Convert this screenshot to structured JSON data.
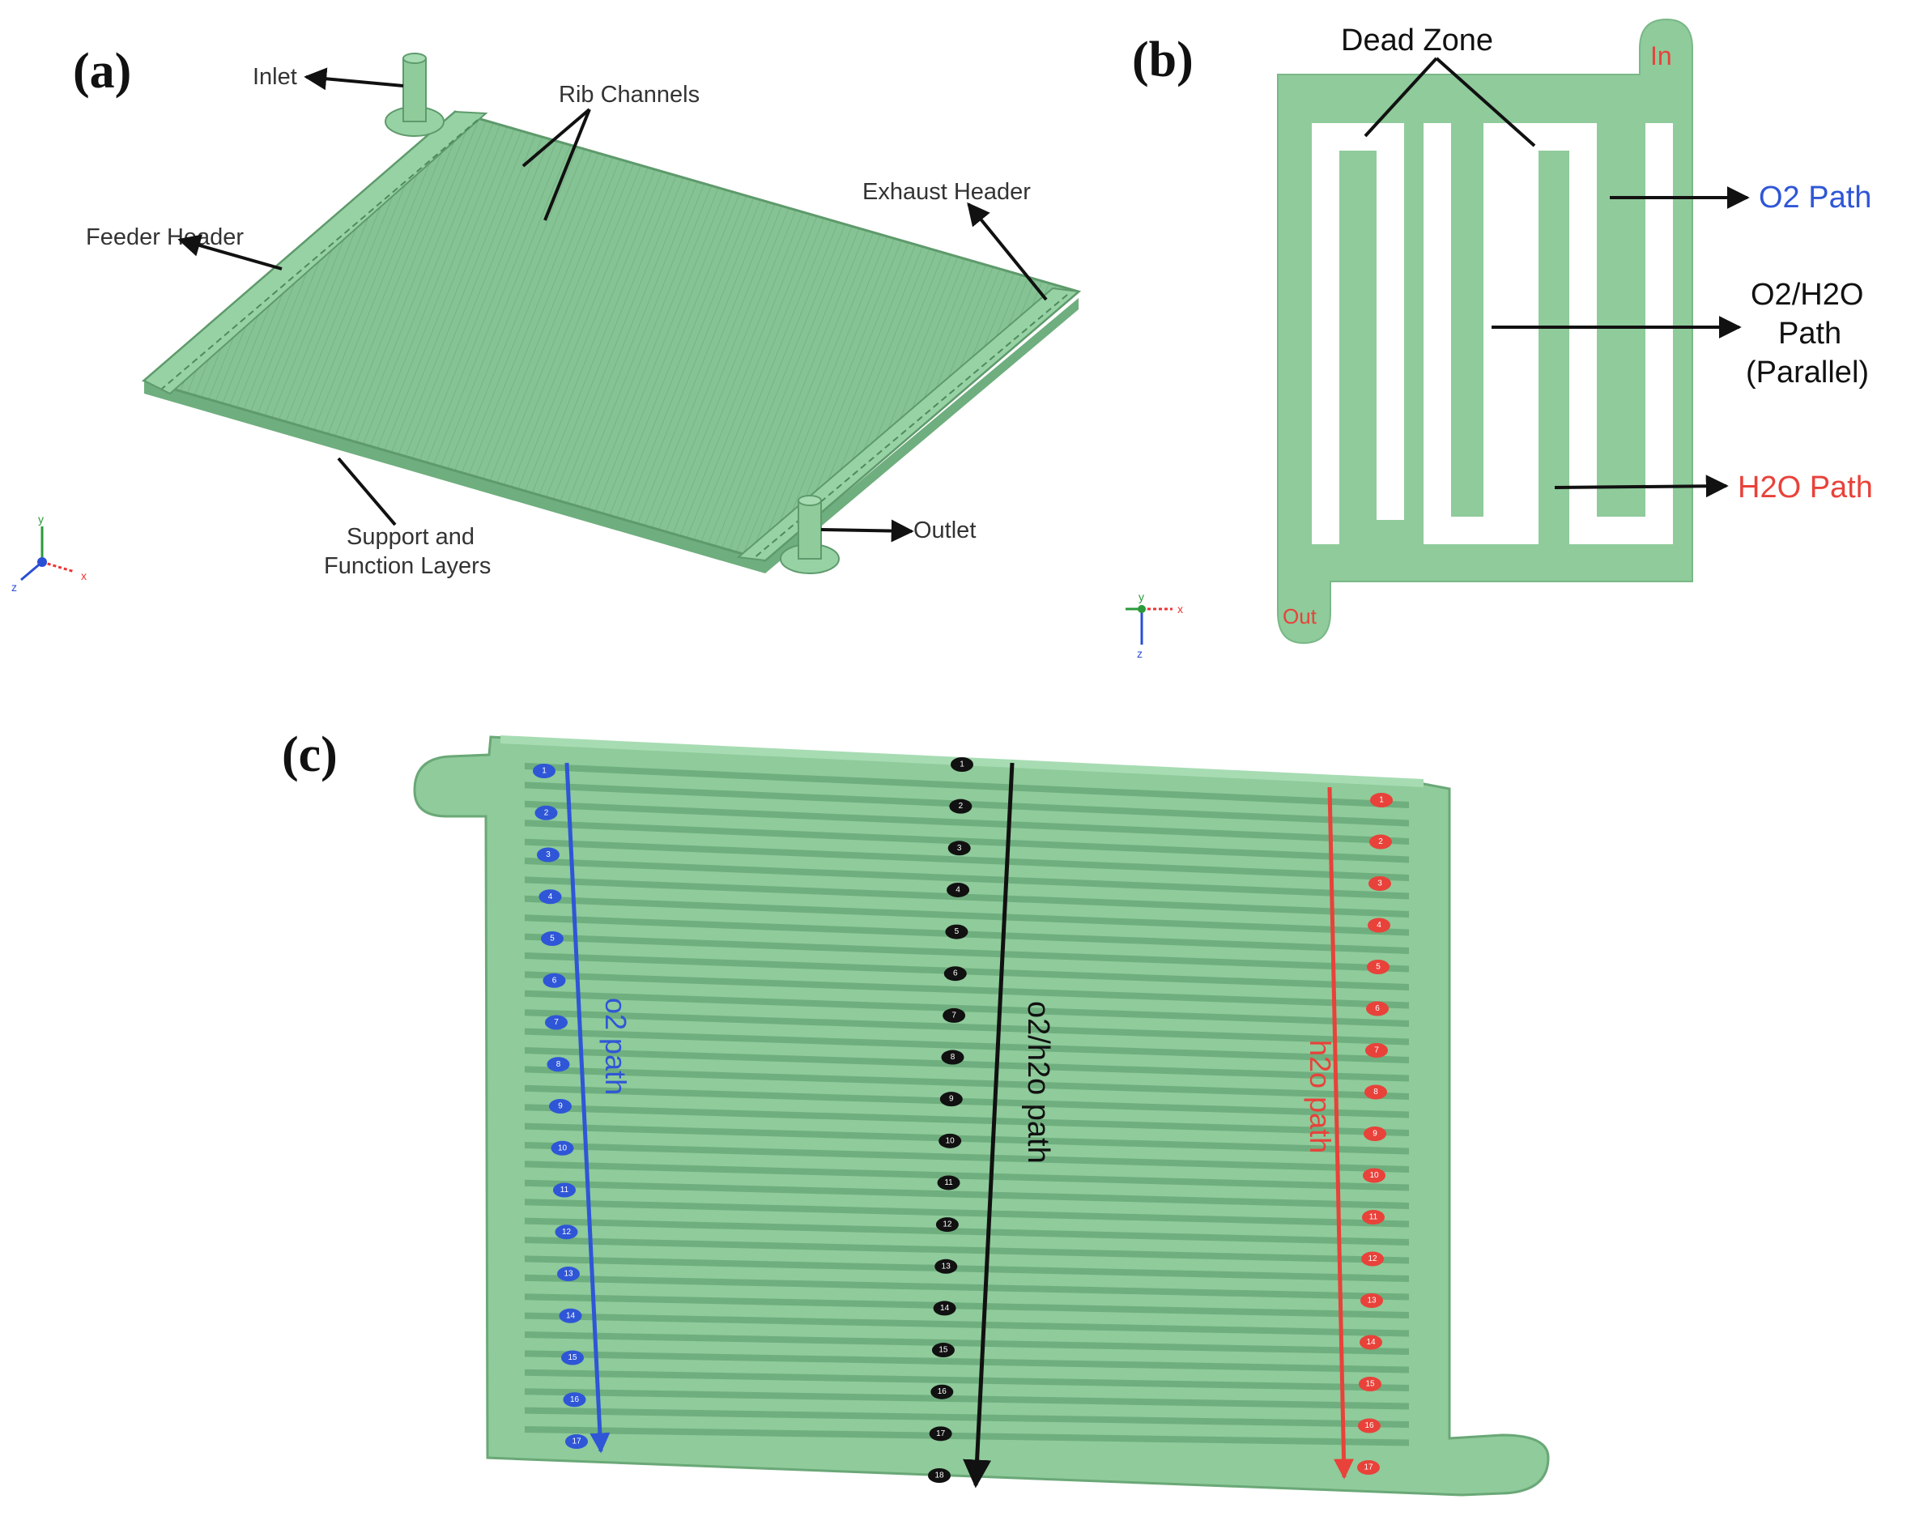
{
  "panels": {
    "a": {
      "letter": "(a)",
      "labels": {
        "inlet": "Inlet",
        "rib_channels": "Rib Channels",
        "exhaust_header": "Exhaust Header",
        "feeder_header": "Feeder Header",
        "support_line1": "Support and",
        "support_line2": "Function Layers",
        "outlet": "Outlet"
      },
      "axes": {
        "x": "x",
        "y": "y",
        "z": "z"
      }
    },
    "b": {
      "letter": "(b)",
      "labels": {
        "dead_zone": "Dead Zone",
        "in": "In",
        "out": "Out",
        "o2_path": "O2 Path",
        "parallel_line1": "O2/H2O",
        "parallel_line2": "Path",
        "parallel_line3": "(Parallel)",
        "h2o_path": "H2O Path"
      },
      "axes": {
        "x": "x",
        "y": "y",
        "z": "z"
      }
    },
    "c": {
      "letter": "(c)",
      "labels": {
        "o2_path": "o2 path",
        "o2h2o_path": "o2/h2o path",
        "h2o_path": "h2o path"
      },
      "o2_points": [
        "1",
        "2",
        "3",
        "4",
        "5",
        "6",
        "7",
        "8",
        "9",
        "10",
        "11",
        "12",
        "13",
        "14",
        "15",
        "16",
        "17"
      ],
      "mid_points": [
        "1",
        "2",
        "3",
        "4",
        "5",
        "6",
        "7",
        "8",
        "9",
        "10",
        "11",
        "12",
        "13",
        "14",
        "15",
        "16",
        "17",
        "18"
      ],
      "h2o_points": [
        "1",
        "2",
        "3",
        "4",
        "5",
        "6",
        "7",
        "8",
        "9",
        "10",
        "11",
        "12",
        "13",
        "14",
        "15",
        "16",
        "17"
      ]
    }
  },
  "colors": {
    "plate_fill": "#8fcb9b",
    "plate_edge": "#5e9a6b",
    "o2": "#2f56d6",
    "h2o": "#e8423a",
    "mid": "#111111"
  }
}
